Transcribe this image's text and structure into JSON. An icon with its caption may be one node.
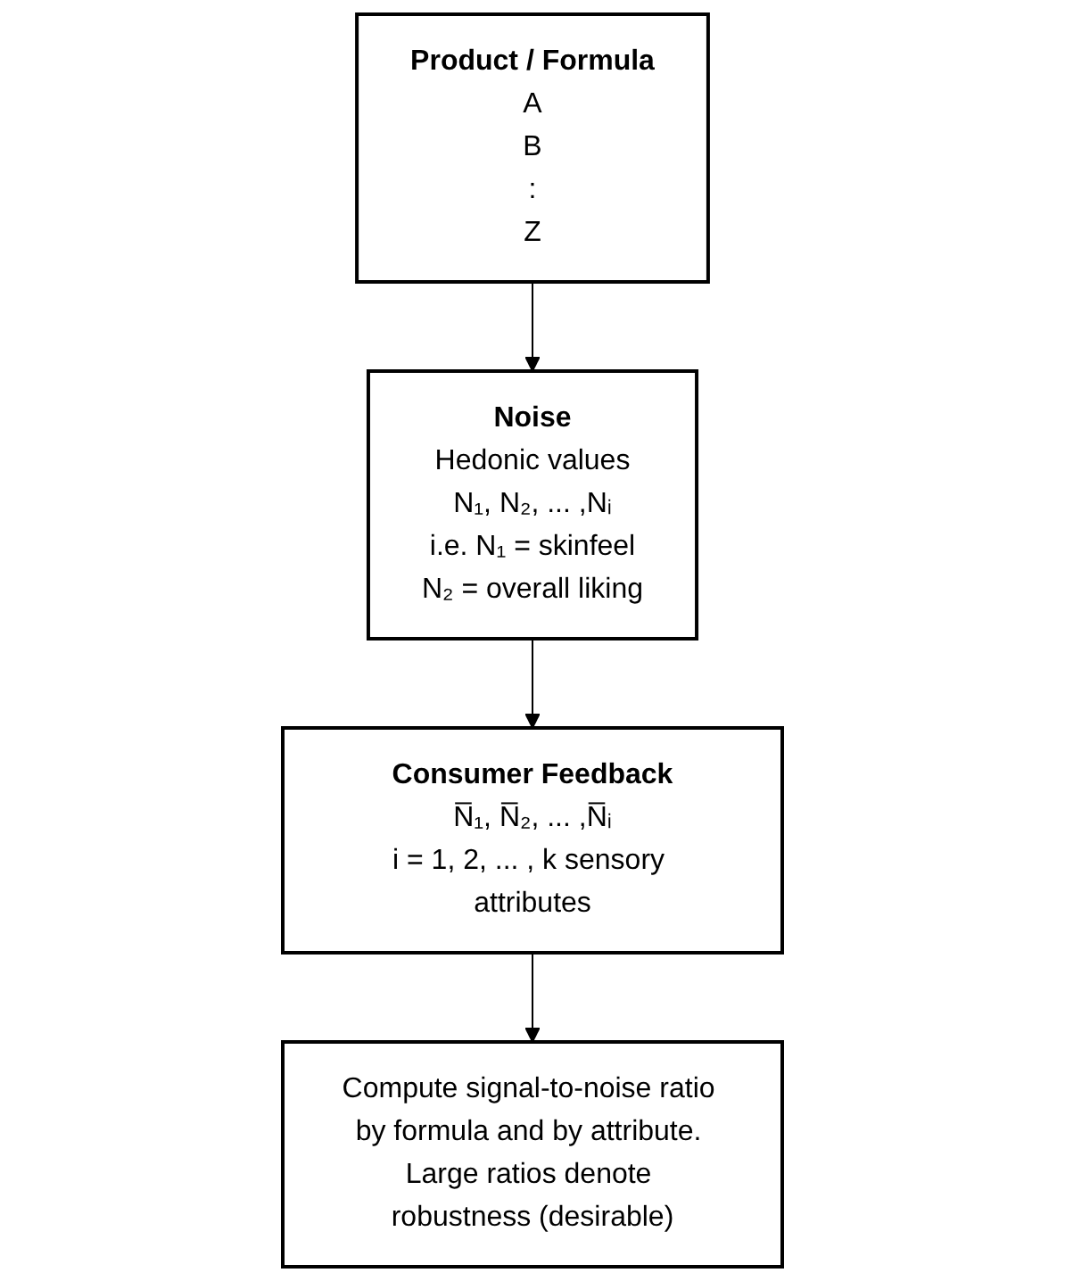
{
  "diagram": {
    "nodes": [
      {
        "text": [
          "Product / Formula",
          "A",
          "B",
          ":",
          "Z"
        ]
      },
      {
        "text": [
          "Noise",
          "Hedonic values",
          "N₁, N₂, ... ,Nᵢ",
          "i.e. N₁ = skinfeel",
          "N₂ = overall liking"
        ]
      },
      {
        "text": [
          "Consumer Feedback",
          "N̅₁, N̅₂, ... ,N̅ᵢ",
          "i = 1, 2, ... , k sensory attributes"
        ]
      },
      {
        "text": [
          "Compute signal-to-noise ratio by formula and by attribute. Large ratios denote robustness (desirable)"
        ]
      }
    ],
    "edges": [
      {
        "from": 0,
        "to": 1,
        "arrow": "to"
      },
      {
        "from": 1,
        "to": 2,
        "arrow": "to"
      },
      {
        "from": 2,
        "to": 3,
        "arrow": "to"
      }
    ]
  }
}
